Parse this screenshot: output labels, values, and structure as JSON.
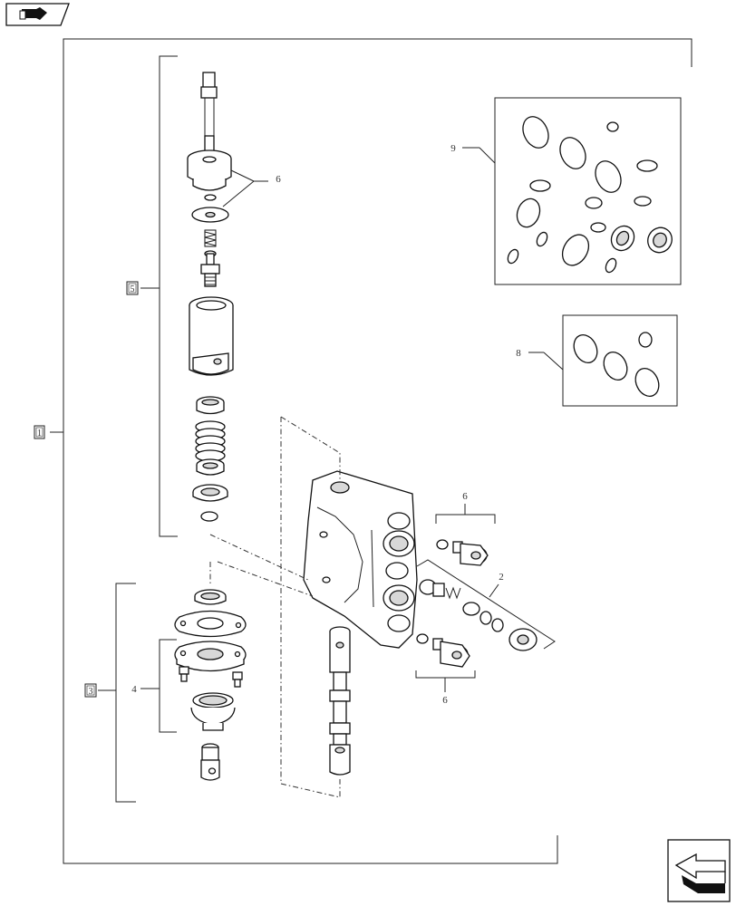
{
  "callouts": {
    "c1": "1",
    "c2": "2",
    "c3": "3",
    "c4": "4",
    "c5": "5",
    "c6_top": "6",
    "c6_right": "6",
    "c6_bottom": "6",
    "c8": "8",
    "c9": "9"
  },
  "icons": {
    "top_left": "book-arrow-icon",
    "bottom_right": "next-page-arrow-icon"
  }
}
